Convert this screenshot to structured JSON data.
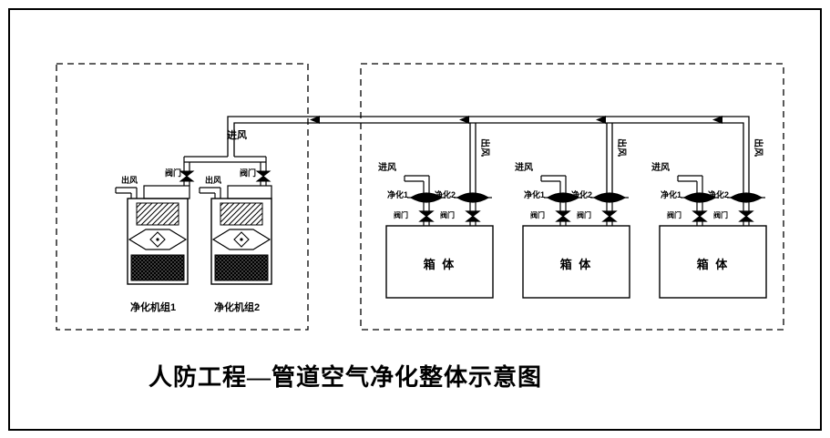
{
  "diagram": {
    "title": "人防工程—管道空气净化整体示意图",
    "left_section": {
      "inlet_label": "进风",
      "units": [
        {
          "name": "净化机组1",
          "outlet_label": "出风",
          "valve_label": "阀门"
        },
        {
          "name": "净化机组2",
          "outlet_label": "出风",
          "valve_label": "阀门"
        }
      ]
    },
    "right_section": {
      "groups": [
        {
          "inlet_label": "进风",
          "purifier1_label": "净化1",
          "purifier2_label": "净化2",
          "valve1_label": "阀门",
          "valve2_label": "阀门",
          "outlet_label": "出风",
          "box_label": "箱 体"
        },
        {
          "inlet_label": "进风",
          "purifier1_label": "净化1",
          "purifier2_label": "净化2",
          "valve1_label": "阀门",
          "valve2_label": "阀门",
          "outlet_label": "出风",
          "box_label": "箱 体"
        },
        {
          "inlet_label": "进风",
          "purifier1_label": "净化1",
          "purifier2_label": "净化2",
          "valve1_label": "阀门",
          "valve2_label": "阀门",
          "outlet_label": "出风",
          "box_label": "箱 体"
        }
      ]
    },
    "colors": {
      "line": "#000000",
      "background": "#ffffff"
    }
  }
}
